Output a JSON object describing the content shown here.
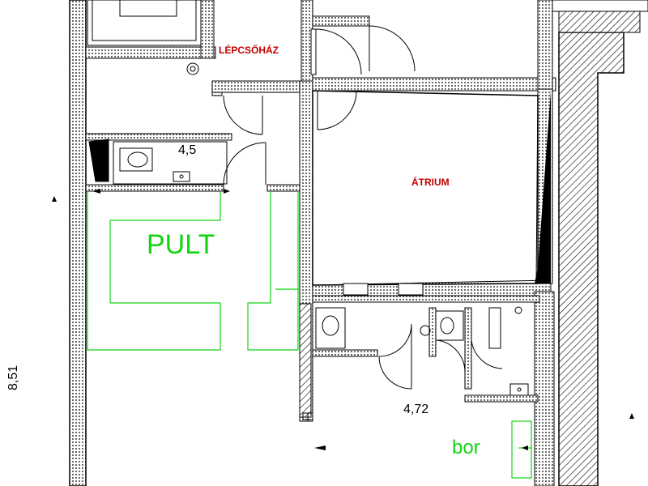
{
  "labels": {
    "stairwell": "LÉPCSŐHÁZ",
    "atrium": "ÁTRIUM",
    "counter": "PULT",
    "wine": "bor"
  },
  "dimensions": {
    "dim_4_5": "4,5",
    "dim_4_72": "4,72",
    "dim_8_51": "8,51"
  },
  "colors": {
    "wall_hatch": "#000000",
    "room_label": "#c40000",
    "furniture": "#12d512"
  }
}
